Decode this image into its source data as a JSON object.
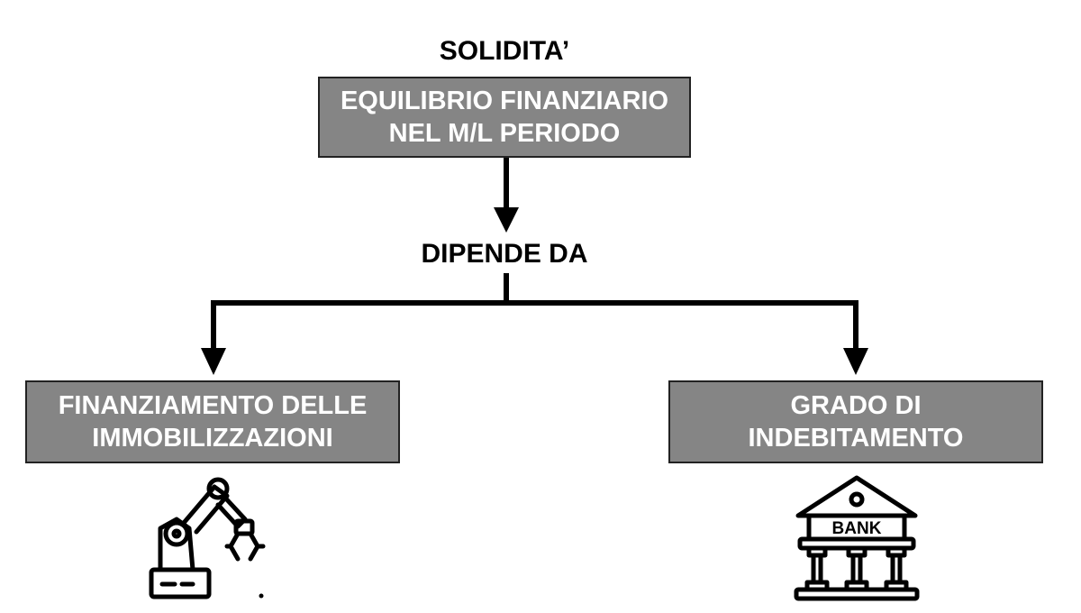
{
  "diagram": {
    "title": "SOLIDITA’",
    "top_box": {
      "line1": "EQUILIBRIO FINANZIARIO",
      "line2": "NEL M/L PERIODO"
    },
    "connector_label": "DIPENDE DA",
    "left_box": {
      "line1": "FINANZIAMENTO DELLE",
      "line2": "IMMOBILIZZAZIONI"
    },
    "right_box": {
      "line1": "GRADO DI",
      "line2": "INDEBITAMENTO"
    },
    "bank_text": "BANK",
    "colors": {
      "box_fill": "#858585",
      "box_text": "#ffffff",
      "line": "#000000"
    },
    "icons": {
      "left": "robotic-arm-icon",
      "right": "bank-building-icon"
    }
  }
}
